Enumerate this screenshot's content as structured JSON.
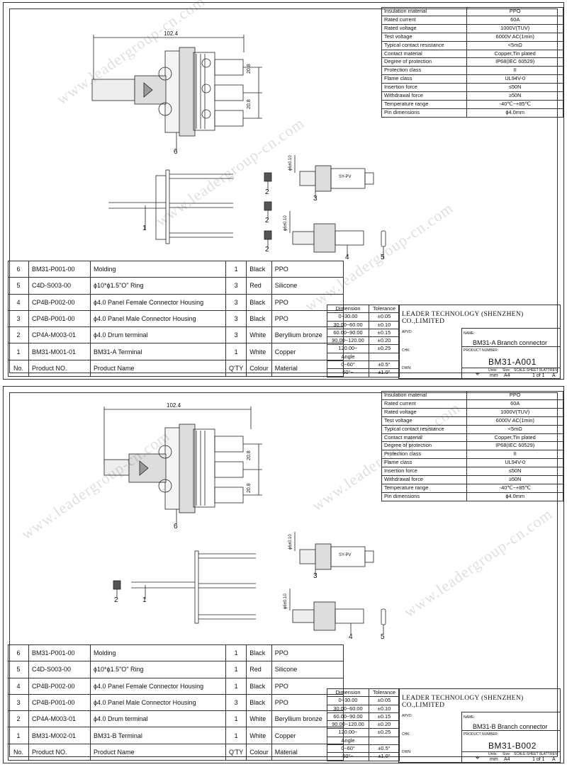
{
  "properties": [
    {
      "k": "Insulation material",
      "v": "PPO"
    },
    {
      "k": "Rated current",
      "v": "60A"
    },
    {
      "k": "Rated voltage",
      "v": "1000V(TUV)"
    },
    {
      "k": "Test voltage",
      "v": "6000V AC(1min)"
    },
    {
      "k": "Typical contact resistance",
      "v": "<5mΩ"
    },
    {
      "k": "Contact material",
      "v": "Copper,Tin plated"
    },
    {
      "k": "Degree of protection",
      "v": "IP68(IEC 60529)"
    },
    {
      "k": "Protection class",
      "v": "II"
    },
    {
      "k": "Flame class",
      "v": "UL94V-0"
    },
    {
      "k": "Insertion force",
      "v": "≤50N"
    },
    {
      "k": "Withdrawal force",
      "v": "≥50N"
    },
    {
      "k": "Temperature range",
      "v": "-40℃~+85℃"
    },
    {
      "k": "Pin dimensions",
      "v": "ϕ4.0mm"
    }
  ],
  "tolerance": {
    "header": [
      "Dimension",
      "Tolerance"
    ],
    "rows": [
      [
        "0~30.00",
        "±0.05"
      ],
      [
        "30.00~60.00",
        "±0.10"
      ],
      [
        "60.00~90.00",
        "±0.15"
      ],
      [
        "90.00~120.00",
        "±0.20"
      ],
      [
        "120.00~",
        "±0.25"
      ]
    ],
    "angle_label": "Angle",
    "angle_rows": [
      [
        "0~60°",
        "±0.5°"
      ],
      [
        "60°~",
        "±1.0°"
      ]
    ]
  },
  "bom_header": [
    "No.",
    "Product NO.",
    "Product Name",
    "Q'TY",
    "Colour",
    "Material"
  ],
  "dims": {
    "total": "102.4",
    "pitch": "20.8",
    "pin1": "ϕ6±0.10",
    "pin2": "ϕ6±0.10"
  },
  "watermark": "www.leadergroup-cn.com",
  "sheets": [
    {
      "company": "LEADER TECHNOLOGY (SHENZHEN) CO.,LIMITED",
      "name_label": "NAME:",
      "name": "BM31-A Branch connector",
      "product_number_label": "PRODUCT NUMBER:",
      "product_number": "BM31-A001",
      "apvd": "APVD:",
      "chk": "CHK:",
      "dwn": "DWN:",
      "units_label": "Units:",
      "units": "mm",
      "size_label": "Size:",
      "size": "A4",
      "scale_label": "SCALE:",
      "sheet_label": "SHEET 8LATT:",
      "sheet": "1 of 1",
      "rev_label": "REV:",
      "rev": "A",
      "bom": [
        {
          "no": "6",
          "pn": "BM31-P001-00",
          "name": "Molding",
          "qty": "1",
          "colour": "Black",
          "material": "PPO"
        },
        {
          "no": "5",
          "pn": "C4D-S003-00",
          "name": "ϕ10*ϕ1.5\"O\" Ring",
          "qty": "3",
          "colour": "Red",
          "material": "Silicone"
        },
        {
          "no": "4",
          "pn": "CP4B-P002-00",
          "name": "ϕ4.0 Panel Female Connector Housing",
          "qty": "3",
          "colour": "Black",
          "material": "PPO"
        },
        {
          "no": "3",
          "pn": "CP4B-P001-00",
          "name": "ϕ4.0 Panel Male Connector Housing",
          "qty": "3",
          "colour": "Black",
          "material": "PPO"
        },
        {
          "no": "2",
          "pn": "CP4A-M003-01",
          "name": "ϕ4.0 Drum terminal",
          "qty": "3",
          "colour": "White",
          "material": "Beryllium bronze"
        },
        {
          "no": "1",
          "pn": "BM31-M001-01",
          "name": "BM31-A Terminal",
          "qty": "1",
          "colour": "White",
          "material": "Copper"
        }
      ],
      "callouts": [
        "6",
        "1",
        "2",
        "2",
        "2",
        "3",
        "4",
        "5"
      ]
    },
    {
      "company": "LEADER TECHNOLOGY (SHENZHEN) CO.,LIMITED",
      "name_label": "NAME:",
      "name": "BM31-B Branch connector",
      "product_number_label": "PRODUCT NUMBER:",
      "product_number": "BM31-B002",
      "apvd": "APVD:",
      "chk": "CHK:",
      "dwn": "DWN:",
      "units_label": "Units:",
      "units": "mm",
      "size_label": "Size:",
      "size": "A4",
      "scale_label": "SCALE:",
      "sheet_label": "SHEET 8LATT:",
      "sheet": "1 of 1",
      "rev_label": "REV:",
      "rev": "A",
      "bom": [
        {
          "no": "6",
          "pn": "BM31-P001-00",
          "name": "Molding",
          "qty": "1",
          "colour": "Black",
          "material": "PPO"
        },
        {
          "no": "5",
          "pn": "C4D-S003-00",
          "name": "ϕ10*ϕ1.5\"O\" Ring",
          "qty": "1",
          "colour": "Red",
          "material": "Silicone"
        },
        {
          "no": "4",
          "pn": "CP4B-P002-00",
          "name": "ϕ4.0 Panel Female Connector Housing",
          "qty": "1",
          "colour": "Black",
          "material": "PPO"
        },
        {
          "no": "3",
          "pn": "CP4B-P001-00",
          "name": "ϕ4.0 Panel Male Connector Housing",
          "qty": "3",
          "colour": "Black",
          "material": "PPO"
        },
        {
          "no": "2",
          "pn": "CP4A-M003-01",
          "name": "ϕ4.0 Drum terminal",
          "qty": "1",
          "colour": "White",
          "material": "Beryllium bronze"
        },
        {
          "no": "1",
          "pn": "BM31-M002-01",
          "name": "BM31-B Terminal",
          "qty": "1",
          "colour": "White",
          "material": "Copper"
        }
      ],
      "callouts": [
        "6",
        "2",
        "1",
        "3",
        "4",
        "5"
      ]
    }
  ],
  "connector_labels": [
    "SY-PV",
    "SY-PV"
  ]
}
